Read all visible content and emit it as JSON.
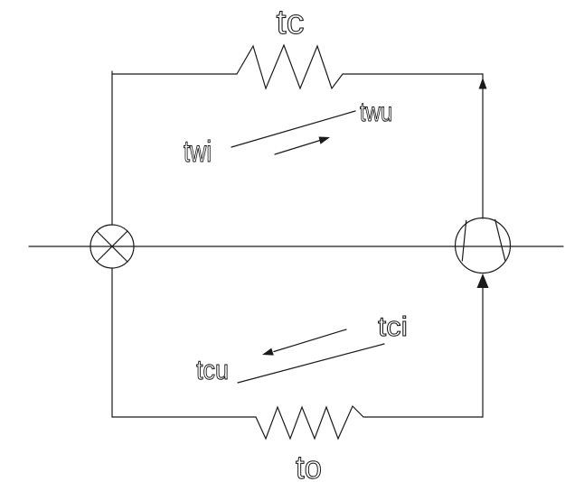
{
  "diagram": {
    "type": "refrigeration-cycle-schematic",
    "labels": {
      "condenser_temp": "tc",
      "water_inlet": "twi",
      "water_outlet": "twu",
      "chilled_inlet": "tci",
      "chilled_outlet": "tcu",
      "evaporator_temp": "to"
    },
    "colors": {
      "line": "#1a1a1a",
      "background": "#ffffff",
      "label_fill": "#ffffff",
      "label_outline": "#111111"
    },
    "components": {
      "top_coil": "condenser-coil",
      "bottom_coil": "evaporator-coil",
      "left_symbol": "expansion-valve",
      "right_symbol": "compressor"
    }
  }
}
